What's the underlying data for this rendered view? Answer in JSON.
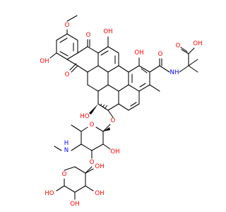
{
  "molecule": {
    "labels": {
      "methoxy_o": "O",
      "phenol_oh_left": "OH",
      "quinone_o_top": "O",
      "quinone_o_bottom": "O",
      "oh_b_ring": "OH",
      "oh_upper": "OH",
      "amide_o": "O",
      "amide_nh": "NH",
      "acid_o": "O",
      "acid_oh": "OH",
      "oh_c5": "HO",
      "glycoside_o": "O",
      "pyran_o": "O",
      "sugar_oh": "OH",
      "nh_methylamino": "H",
      "n_methylamino": "N",
      "xylose_link_o": "O",
      "xylose_ring_o": "O",
      "xylose_oh_1": "OH",
      "xylose_oh_2": "OH",
      "xylose_oh_3": "OH",
      "xylose_ho": "HO"
    },
    "colors": {
      "bond": "#000000",
      "oxygen": "#ff0000",
      "nitrogen": "#0000ff",
      "carbon": "#000000"
    }
  }
}
